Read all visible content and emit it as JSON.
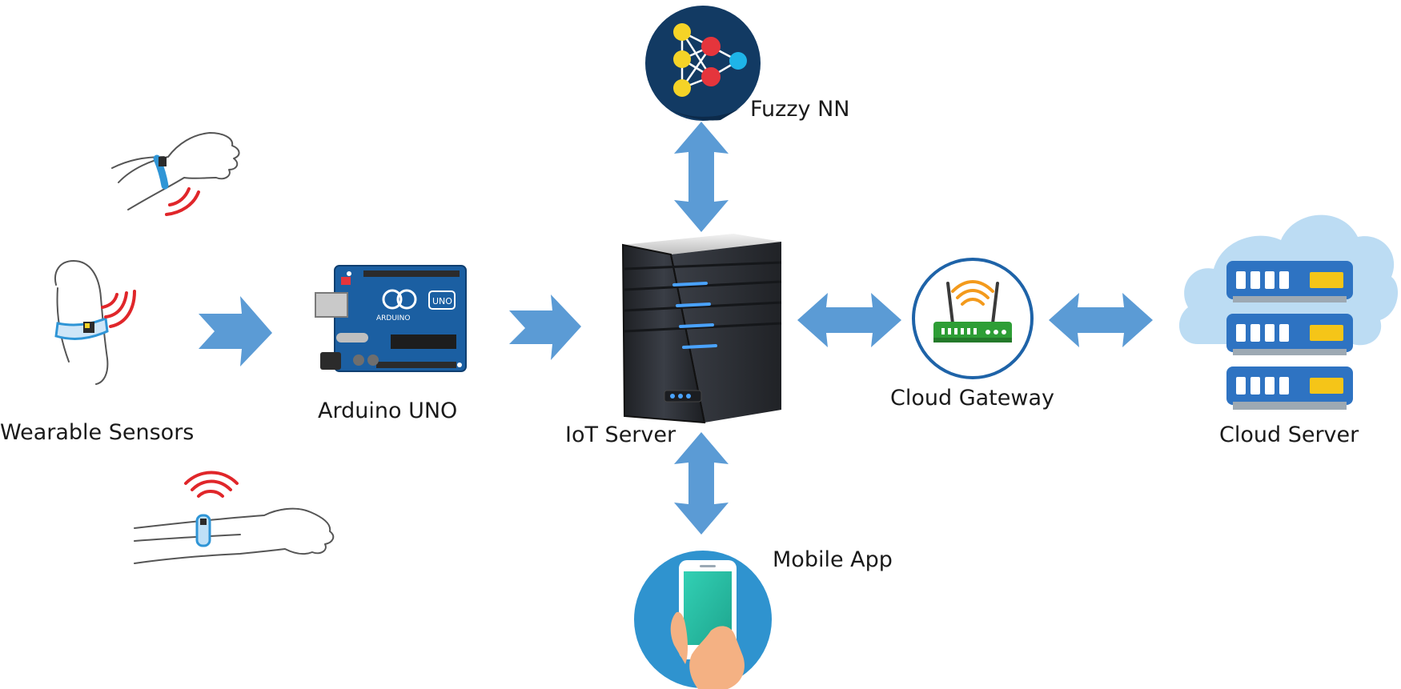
{
  "nodes": {
    "sensors": "Wearable Sensors",
    "arduino": "Arduino UNO",
    "iot_server": "IoT Server",
    "fuzzy_nn": "Fuzzy NN",
    "mobile_app": "Mobile App",
    "cloud_gateway": "Cloud Gateway",
    "cloud_server": "Cloud Server"
  },
  "arduino_board": {
    "brand": "ARDUINO",
    "model": "UNO"
  },
  "colors": {
    "arrow": "#5b9bd5",
    "signal": "#e0262a",
    "nn_background": "#123a63",
    "nn_input_node": "#f5d327",
    "nn_hidden_node": "#e5353c",
    "nn_output_node": "#1eb4e8",
    "board": "#1b5fa2",
    "server_body": "#2a2d33",
    "server_led": "#4aa3ff",
    "router_ring": "#1e63a8",
    "router_body": "#2e9e36",
    "router_wifi": "#f39a1c",
    "cloud": "#bcdcf3",
    "rack_unit": "#2e73c2",
    "rack_light": "#f5c518",
    "phone_circle": "#2f93cf",
    "phone_screen": "#24bfa5",
    "hand": "#f4b183"
  },
  "icons": {
    "sensors": [
      "wrist-sensor-icon",
      "arm-band-sensor-icon",
      "forearm-sensor-icon"
    ],
    "arduino": "arduino-board-icon",
    "iot_server": "server-tower-icon",
    "fuzzy_nn": "neural-network-icon",
    "mobile_app": "smartphone-hand-icon",
    "cloud_gateway": "wifi-router-icon",
    "cloud_server": "cloud-server-rack-icon"
  }
}
